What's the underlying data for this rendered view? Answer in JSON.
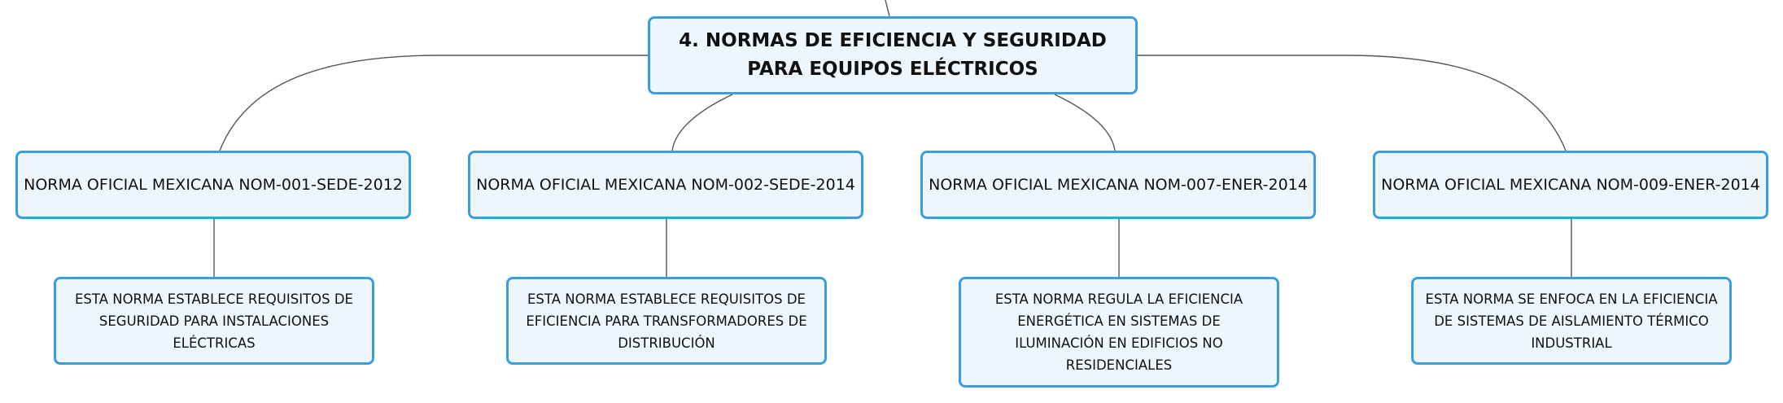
{
  "central": {
    "title": "4. NORMAS DE EFICIENCIA Y SEGURIDAD PARA EQUIPOS ELÉCTRICOS"
  },
  "branches": [
    {
      "title": "NORMA OFICIAL MEXICANA NOM-001-SEDE-2012",
      "detail": "ESTA NORMA ESTABLECE REQUISITOS DE SEGURIDAD PARA INSTALACIONES ELÉCTRICAS"
    },
    {
      "title": "NORMA OFICIAL MEXICANA NOM-002-SEDE-2014",
      "detail": "ESTA NORMA ESTABLECE REQUISITOS DE EFICIENCIA PARA TRANSFORMADORES DE DISTRIBUCIÓN"
    },
    {
      "title": "NORMA OFICIAL MEXICANA NOM-007-ENER-2014",
      "detail": "ESTA NORMA REGULA LA EFICIENCIA ENERGÉTICA EN SISTEMAS DE ILUMINACIÓN EN EDIFICIOS NO RESIDENCIALES"
    },
    {
      "title": "NORMA OFICIAL MEXICANA NOM-009-ENER-2014",
      "detail": "ESTA NORMA SE ENFOCA EN LA EFICIENCIA DE SISTEMAS DE AISLAMIENTO TÉRMICO INDUSTRIAL"
    }
  ],
  "colors": {
    "node_border": "#3a9ede",
    "node_fill": "#eef6fd",
    "connector": "#555555",
    "text": "#111111"
  }
}
